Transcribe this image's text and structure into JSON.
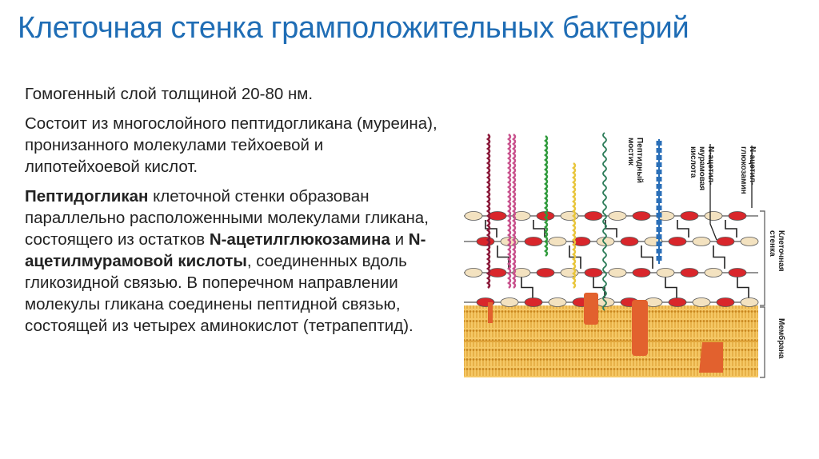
{
  "slide": {
    "title": "Клеточная стенка грамположительных бактерий",
    "para1": "Гомогенный слой толщиной 20-80 нм.",
    "para2": "Состоит из многослойного пептидогликана (муреина), пронизанного молекулами тейхоевой и липотейхоевой кислот.",
    "para3": {
      "term1": "Пептидогликан",
      "text1": " клеточной стенки образован параллельно расположенными молекулами гликана, состоящего из остатков ",
      "term2": "N-ацетилглюкозамина",
      "text2": " и ",
      "term3": "N-ацетилмурамовой кислоты",
      "text3": ", соединенных вдоль гликозидной связью. В поперечном направлении молекулы гликана соединены пептидной связью, состоящей из четырех аминокислот (тетрапептид)."
    }
  },
  "diagram": {
    "labels": {
      "peptide_bridge": [
        "Пептидный",
        "мостик"
      ],
      "n_acetylmuramic": [
        "N-ацетил-",
        "мурамовая",
        "кислота"
      ],
      "n_acetylglucosamine": [
        "N-ацетил-",
        "глюкозамин"
      ],
      "cell_wall": [
        "Клеточная",
        "стенка"
      ],
      "membrane": "Мембрана"
    },
    "colors": {
      "glucosamine": "#f3e2c0",
      "muramic": "#d9262b",
      "membrane": "#f2b84b",
      "protein": "#e2612e",
      "bridge": "#2a6fb8",
      "chain_red": "#8b1a3a",
      "chain_pink": "#c8508c",
      "chain_green": "#2e9a3a",
      "chain_yellow": "#e8c53a",
      "chain_teal": "#2e7d5a"
    }
  }
}
